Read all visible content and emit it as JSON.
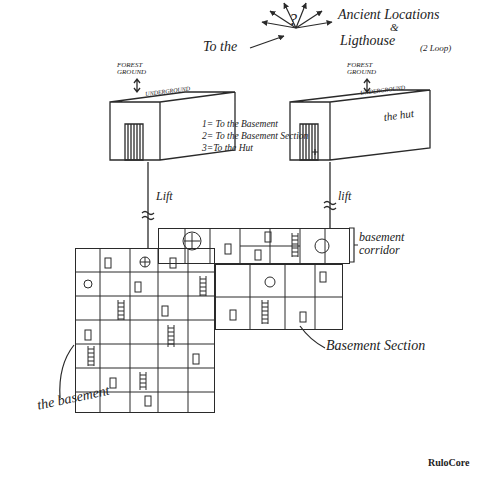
{
  "diagram": {
    "nodes": [
      {
        "text": [
          "FOREST GROUND",
          "UNDERGROUND"
        ]
      },
      {
        "text": [
          "FOREST GROUND",
          "UNDERGROUND",
          "the hut"
        ]
      },
      {
        "text": [
          "basement corridor"
        ]
      },
      {
        "text": [
          "Basement Section"
        ]
      },
      {
        "text": [
          "the basement"
        ]
      }
    ],
    "edges": [
      {
        "from": 0,
        "to": 4,
        "arrow": "none",
        "label": "Lift"
      },
      {
        "from": 1,
        "to": 2,
        "arrow": "none",
        "label": "lift"
      }
    ],
    "labels": [
      "To the",
      "?",
      "Ancient Locations",
      "&",
      "Ligthouse",
      "(2 Loop)",
      "1= To the Basement",
      "2= To the Basement Section",
      "3=To the Hut",
      "RuloCore"
    ]
  }
}
